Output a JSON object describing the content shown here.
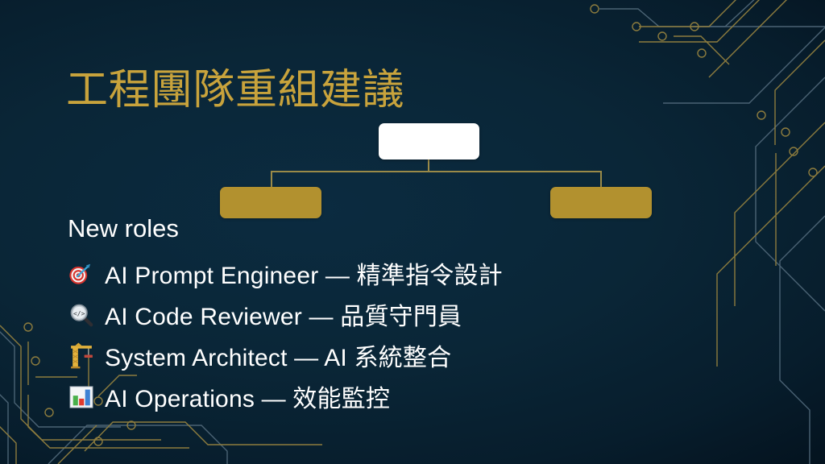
{
  "slide": {
    "title": "工程團隊重組建議",
    "background_color": "#0a2637",
    "accent_gold": "#b2912f",
    "title_gold": "#c8a33c",
    "text_color": "#ffffff"
  },
  "diagram": {
    "type": "org-chart",
    "root": {
      "label": "",
      "fill": "#ffffff"
    },
    "children": [
      {
        "label": "",
        "fill": "#b2912f"
      },
      {
        "label": "",
        "fill": "#b2912f"
      }
    ],
    "connector_color": "#9a8a48"
  },
  "content": {
    "heading": "New roles",
    "roles": [
      {
        "icon": "target-dart-icon",
        "text": "AI Prompt Engineer — 精準指令設計"
      },
      {
        "icon": "magnifier-code-icon",
        "text": "AI Code Reviewer — 品質守門員"
      },
      {
        "icon": "construction-crane-icon",
        "text": "System Architect — AI 系統整合"
      },
      {
        "icon": "bar-chart-icon",
        "text": "AI Operations — 效能監控"
      }
    ]
  },
  "decoration": {
    "name": "circuit-board-traces",
    "trace_gold": "#8d7c3e",
    "trace_steel": "#4a6274"
  }
}
